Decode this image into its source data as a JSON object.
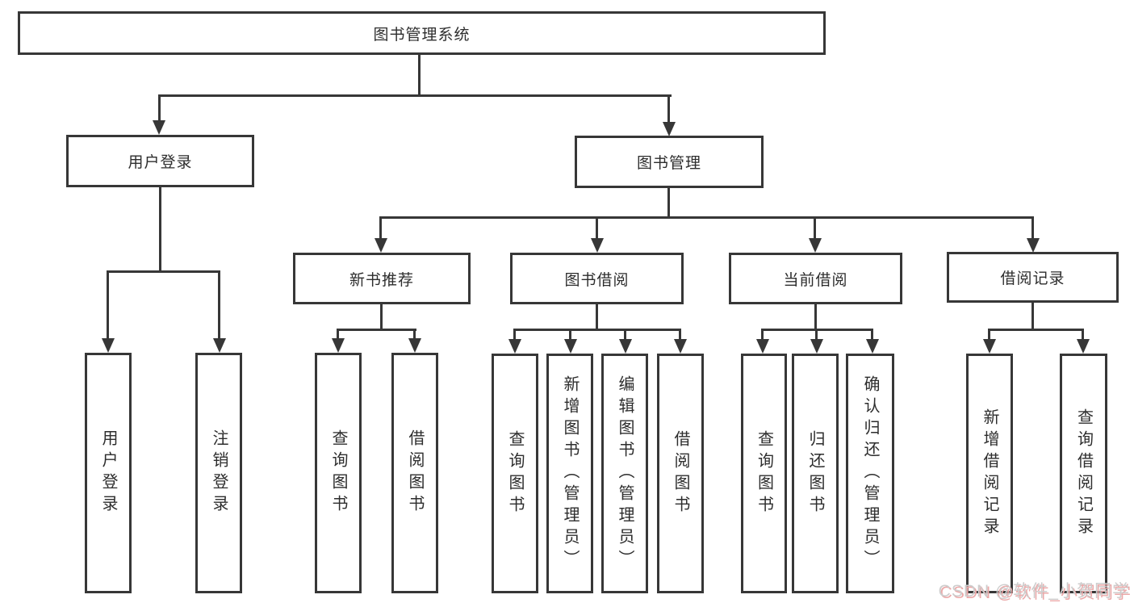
{
  "nodes": {
    "root": "图书管理系统",
    "user_login": "用户登录",
    "book_mgmt": "图书管理",
    "new_books": "新书推荐",
    "book_borrow": "图书借阅",
    "current_borrow": "当前借阅",
    "borrow_records": "借阅记录",
    "leaf_user_login": "用户登录",
    "leaf_logout": "注销登录",
    "leaf_nb_query": "查询图书",
    "leaf_nb_borrow": "借阅图书",
    "leaf_bb_query": "查询图书",
    "leaf_bb_add": "新增图书（管理员）",
    "leaf_bb_edit": "编辑图书（管理员）",
    "leaf_bb_borrow": "借阅图书",
    "leaf_cb_query": "查询图书",
    "leaf_cb_return": "归还图书",
    "leaf_cb_confirm": "确认归还（管理员）",
    "leaf_br_add": "新增借阅记录",
    "leaf_br_query": "查询借阅记录"
  },
  "watermark": "CSDN @软件_小贺同学",
  "colors": {
    "line": "#373737",
    "text": "#2d2d2d",
    "background": "#ffffff",
    "watermark": "#cdcdcd",
    "watermark_shadow": "#eba8a8"
  }
}
